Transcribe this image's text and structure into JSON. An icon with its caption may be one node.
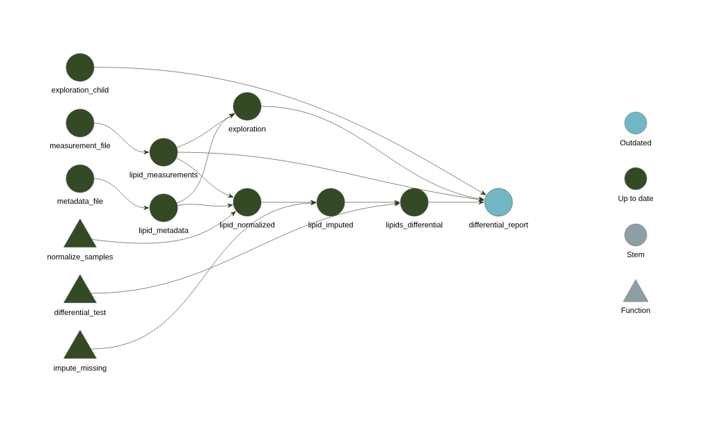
{
  "diagram": {
    "nodes": [
      {
        "text": [
          "exploration_child"
        ]
      },
      {
        "text": [
          "measurement_file"
        ]
      },
      {
        "text": [
          "metadata_file"
        ]
      },
      {
        "text": [
          "normalize_samples"
        ]
      },
      {
        "text": [
          "differential_test"
        ]
      },
      {
        "text": [
          "impute_missing"
        ]
      },
      {
        "text": [
          "lipid_measurements"
        ]
      },
      {
        "text": [
          "lipid_metadata"
        ]
      },
      {
        "text": [
          "exploration"
        ]
      },
      {
        "text": [
          "lipid_normalized"
        ]
      },
      {
        "text": [
          "lipid_imputed"
        ]
      },
      {
        "text": [
          "lipids_differential"
        ]
      },
      {
        "text": [
          "differential_report"
        ]
      }
    ],
    "edges": [
      {
        "from": 1,
        "to": 6,
        "arrow": "to"
      },
      {
        "from": 2,
        "to": 7,
        "arrow": "to"
      },
      {
        "from": 6,
        "to": 8,
        "arrow": "to"
      },
      {
        "from": 7,
        "to": 8,
        "arrow": "to"
      },
      {
        "from": 6,
        "to": 9,
        "arrow": "to"
      },
      {
        "from": 7,
        "to": 9,
        "arrow": "to"
      },
      {
        "from": 3,
        "to": 9,
        "arrow": "to"
      },
      {
        "from": 9,
        "to": 10,
        "arrow": "to"
      },
      {
        "from": 5,
        "to": 10,
        "arrow": "to"
      },
      {
        "from": 10,
        "to": 11,
        "arrow": "to"
      },
      {
        "from": 4,
        "to": 11,
        "arrow": "to"
      },
      {
        "from": 11,
        "to": 12,
        "arrow": "to"
      },
      {
        "from": 8,
        "to": 12,
        "arrow": "to"
      },
      {
        "from": 0,
        "to": 12,
        "arrow": "to"
      },
      {
        "from": 6,
        "to": 12,
        "arrow": "to"
      }
    ],
    "legend": [
      {
        "text": "Outdated",
        "color": "#72b6c4"
      },
      {
        "text": "Up to date",
        "color": "#344a25"
      },
      {
        "text": "Stem",
        "color": "#8c9ea6"
      },
      {
        "text": "Function",
        "color": "#8c9ea6"
      }
    ]
  }
}
